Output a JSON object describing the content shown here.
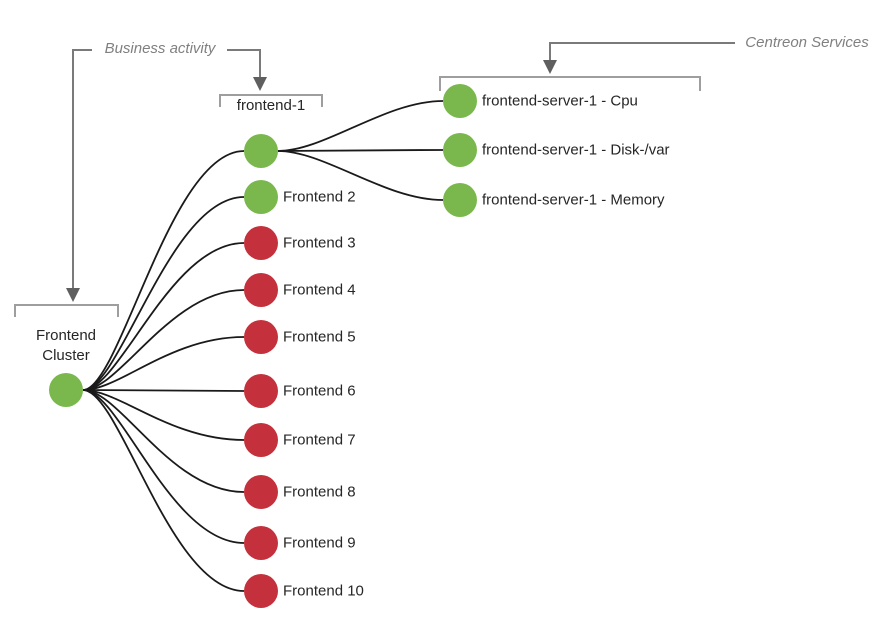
{
  "colors": {
    "ok": "#7ab84d",
    "critical": "#c4303b",
    "edge": "#1a1a1a",
    "bracket": "#9e9e9e",
    "callout_line": "#7a7a7a",
    "callout_arrow": "#5f5f5f",
    "annotation_text": "#808080",
    "label_text": "#262626"
  },
  "annotations": {
    "business_activity": "Business activity",
    "centreon_services": "Centreon Services"
  },
  "tree": {
    "root": {
      "label": "Frontend Cluster",
      "status": "ok",
      "color": "#7ab84d"
    },
    "children": [
      {
        "label": "frontend-1",
        "status": "ok",
        "color": "#7ab84d"
      },
      {
        "label": "Frontend 2",
        "status": "ok",
        "color": "#7ab84d"
      },
      {
        "label": "Frontend 3",
        "status": "critical",
        "color": "#c4303b"
      },
      {
        "label": "Frontend 4",
        "status": "critical",
        "color": "#c4303b"
      },
      {
        "label": "Frontend 5",
        "status": "critical",
        "color": "#c4303b"
      },
      {
        "label": "Frontend 6",
        "status": "critical",
        "color": "#c4303b"
      },
      {
        "label": "Frontend 7",
        "status": "critical",
        "color": "#c4303b"
      },
      {
        "label": "Frontend 8",
        "status": "critical",
        "color": "#c4303b"
      },
      {
        "label": "Frontend 9",
        "status": "critical",
        "color": "#c4303b"
      },
      {
        "label": "Frontend 10",
        "status": "critical",
        "color": "#c4303b"
      }
    ],
    "services": [
      {
        "label": "frontend-server-1 - Cpu",
        "status": "ok",
        "color": "#7ab84d"
      },
      {
        "label": "frontend-server-1 - Disk-/var",
        "status": "ok",
        "color": "#7ab84d"
      },
      {
        "label": "frontend-server-1 - Memory",
        "status": "ok",
        "color": "#7ab84d"
      }
    ]
  }
}
